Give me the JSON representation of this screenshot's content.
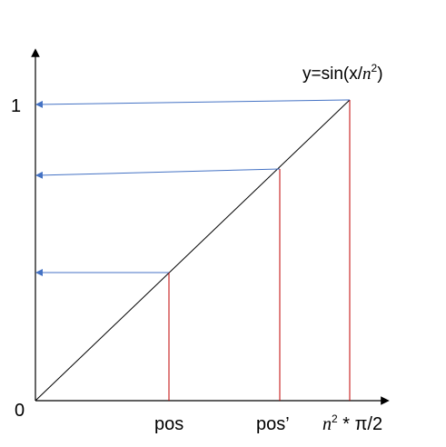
{
  "diagram": {
    "function_label": {
      "prefix": "y=sin(x/",
      "var": "n",
      "exp": "2",
      "suffix": ")"
    },
    "y_axis": {
      "top_label": "1",
      "origin_label": "0"
    },
    "x_axis": {
      "labels": {
        "pos": "pos",
        "pos_prime": "pos’",
        "end_var": "n",
        "end_exp": "2",
        "end_suffix": " * π/2"
      }
    },
    "colors": {
      "axis": "#000000",
      "curve": "#000000",
      "drop_lines": "#c00000",
      "arrows": "#4472c4"
    }
  }
}
